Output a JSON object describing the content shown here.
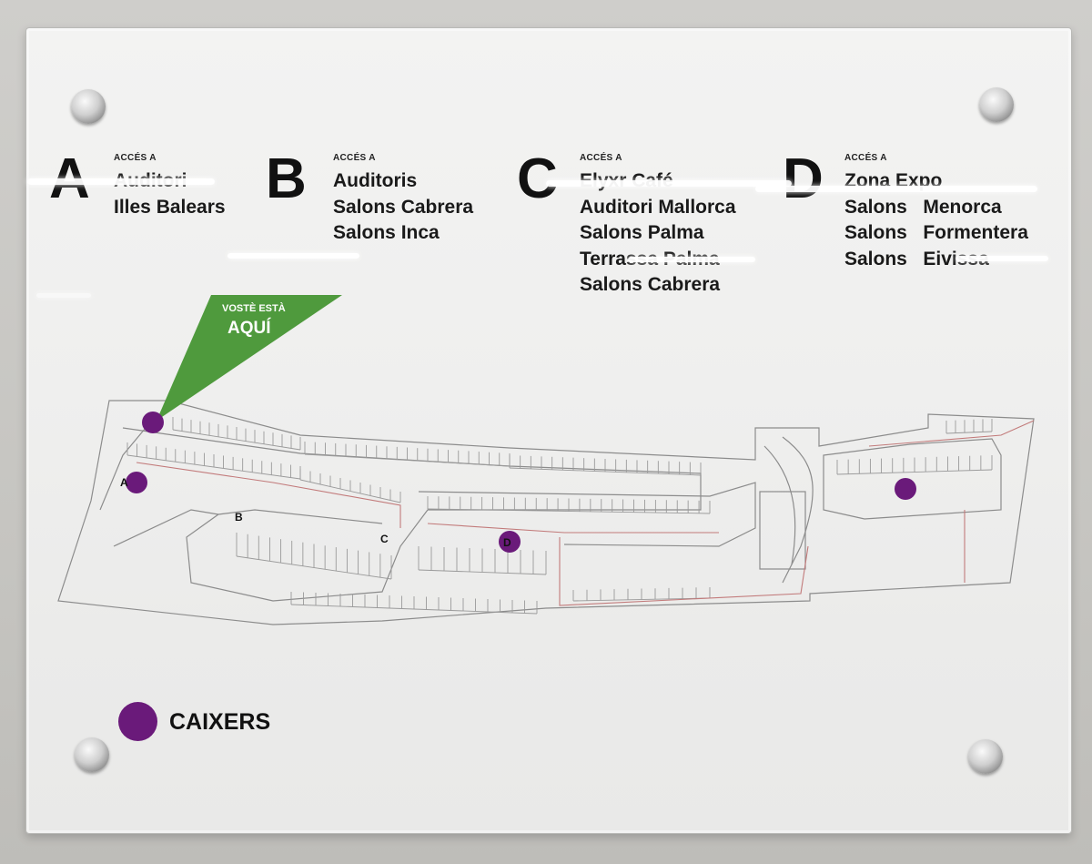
{
  "sections": [
    {
      "letter": "A",
      "acces": "ACCÉS A",
      "destinations": [
        "Auditori",
        "Illes Balears"
      ]
    },
    {
      "letter": "B",
      "acces": "ACCÉS A",
      "destinations": [
        "Auditoris",
        "Salons Cabrera",
        "Salons Inca"
      ]
    },
    {
      "letter": "C",
      "acces": "ACCÉS A",
      "destinations": [
        "Elyxr Café",
        "Auditori Mallorca",
        "Salons Palma",
        "Terrassa Palma",
        "Salons Cabrera"
      ]
    },
    {
      "letter": "D",
      "acces": "ACCÉS A",
      "destinations": [
        "Zona Expo",
        "Salons   Menorca",
        "Salons   Formentera",
        "Salons   Eivissa"
      ]
    }
  ],
  "pointer": {
    "line1": "VOSTÈ ESTÀ",
    "line2": "AQUÍ"
  },
  "map_labels": {
    "a": "A",
    "b": "B",
    "c": "C",
    "d": "D"
  },
  "legend": {
    "label": "CAIXERS"
  },
  "colors": {
    "marker": "#6a1a7a",
    "pointer": "#4f9a3d",
    "plan_lines": "#8c8c8c",
    "plan_red": "#c27a7a"
  }
}
